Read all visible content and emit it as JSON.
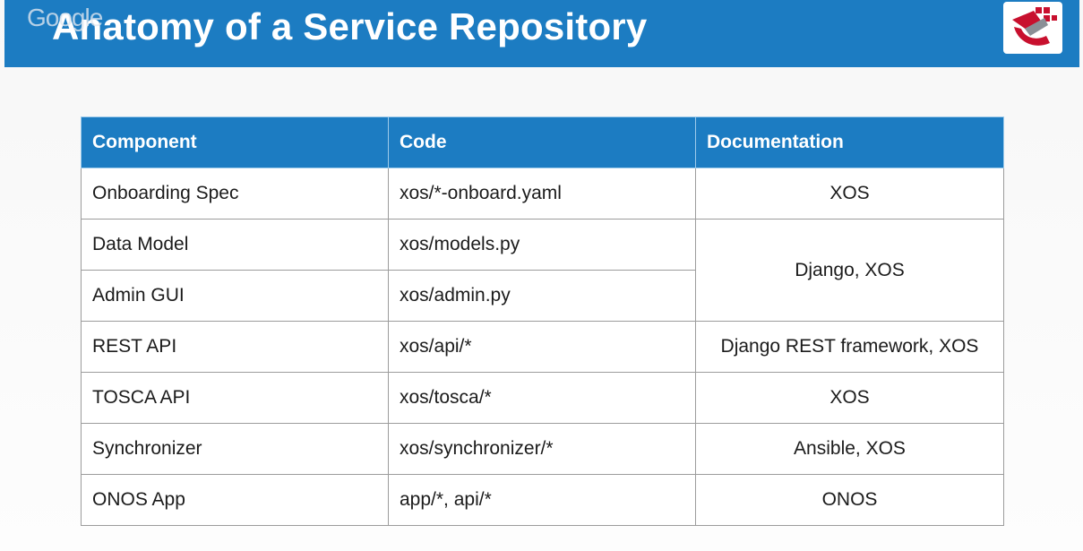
{
  "watermark": "Google",
  "slide": {
    "title": "Anatomy of a Service Repository"
  },
  "table": {
    "headers": [
      "Component",
      "Code",
      "Documentation"
    ],
    "rows": [
      {
        "component": "Onboarding Spec",
        "code": "xos/*-onboard.yaml",
        "documentation": "XOS"
      },
      {
        "component": "Data Model",
        "code": "xos/models.py",
        "documentation": "Django, XOS"
      },
      {
        "component": "Admin GUI",
        "code": "xos/admin.py"
      },
      {
        "component": "REST API",
        "code": "xos/api/*",
        "documentation": "Django REST framework, XOS"
      },
      {
        "component": "TOSCA API",
        "code": "xos/tosca/*",
        "documentation": "XOS"
      },
      {
        "component": "Synchronizer",
        "code": "xos/synchronizer/*",
        "documentation": "Ansible, XOS"
      },
      {
        "component": "ONOS App",
        "code": "app/*, api/*",
        "documentation": "ONOS"
      }
    ]
  },
  "colors": {
    "header_blue": "#1c7cc2",
    "logo_red": "#c8102e"
  }
}
